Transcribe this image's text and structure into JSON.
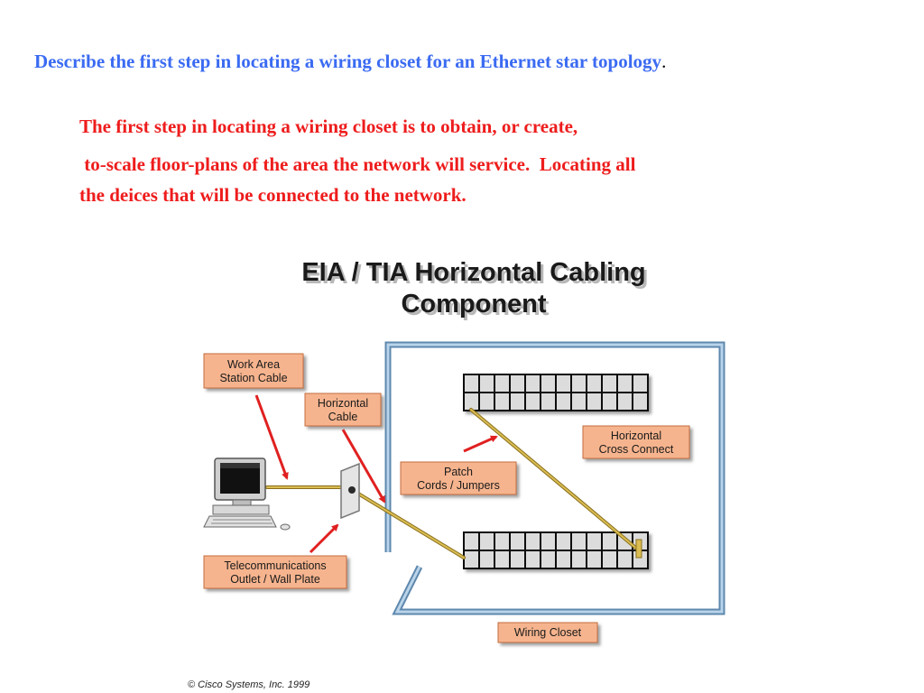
{
  "question": {
    "text": "Describe the first step in locating a wiring closet for an Ethernet star topology",
    "period": "."
  },
  "answer": {
    "line1": "The first step in locating a wiring closet is to obtain, or create,",
    "line2": " to-scale floor-plans of the area the network will service.  Locating all",
    "line3": "the deices that will be connected to the network."
  },
  "diagram": {
    "title_line1": "EIA / TIA Horizontal Cabling",
    "title_line2": "Component",
    "labels": {
      "work_area_1": "Work Area",
      "work_area_2": "Station Cable",
      "horizontal_cable_1": "Horizontal",
      "horizontal_cable_2": "Cable",
      "patch_1": "Patch",
      "patch_2": "Cords / Jumpers",
      "cross_connect_1": "Horizontal",
      "cross_connect_2": "Cross Connect",
      "telecom_1": "Telecommunications",
      "telecom_2": "Outlet / Wall Plate",
      "wiring_closet": "Wiring Closet"
    },
    "copyright": "© Cisco Systems, Inc. 1999",
    "colors": {
      "label_fill": "#f6b48e",
      "arrow": "#e02020",
      "cable": "#c9a93a",
      "closet_wall": "#7fa9c9"
    }
  }
}
